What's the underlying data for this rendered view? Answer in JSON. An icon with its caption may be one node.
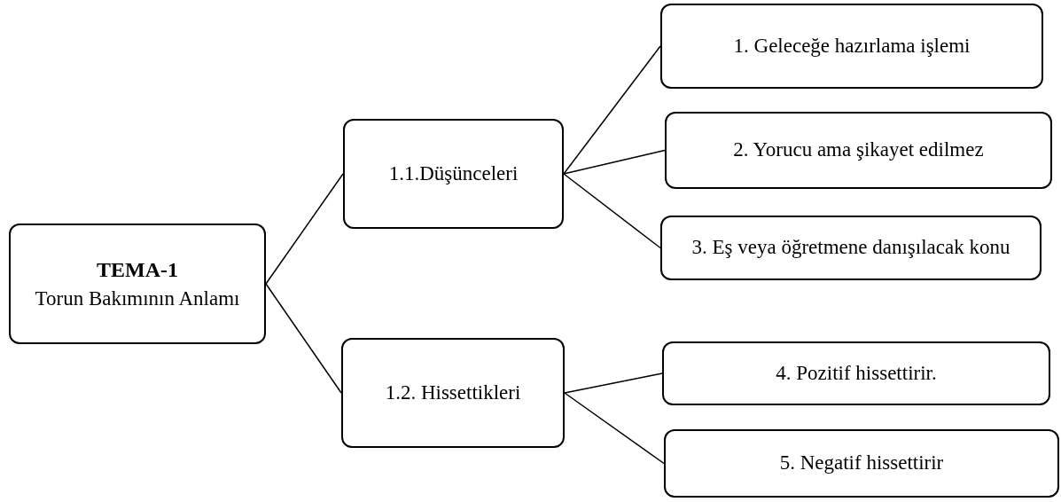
{
  "diagram": {
    "nodes": [
      {
        "text": [
          "TEMA-1",
          "Torun Bakımının Anlamı"
        ]
      },
      {
        "text": [
          "1.1.Düşünceleri"
        ]
      },
      {
        "text": [
          "1.2. Hissettikleri"
        ]
      },
      {
        "text": [
          "1. Geleceğe hazırlama işlemi"
        ]
      },
      {
        "text": [
          "2. Yorucu ama şikayet edilmez"
        ]
      },
      {
        "text": [
          "3. Eş veya öğretmene danışılacak konu"
        ]
      },
      {
        "text": [
          "4. Pozitif hissettirir."
        ]
      },
      {
        "text": [
          "5. Negatif hissettirir"
        ]
      }
    ],
    "edges": [
      {
        "from": 0,
        "to": 1,
        "arrow": "none"
      },
      {
        "from": 0,
        "to": 2,
        "arrow": "none"
      },
      {
        "from": 1,
        "to": 3,
        "arrow": "none"
      },
      {
        "from": 1,
        "to": 4,
        "arrow": "none"
      },
      {
        "from": 1,
        "to": 5,
        "arrow": "none"
      },
      {
        "from": 2,
        "to": 6,
        "arrow": "none"
      },
      {
        "from": 2,
        "to": 7,
        "arrow": "none"
      }
    ]
  }
}
